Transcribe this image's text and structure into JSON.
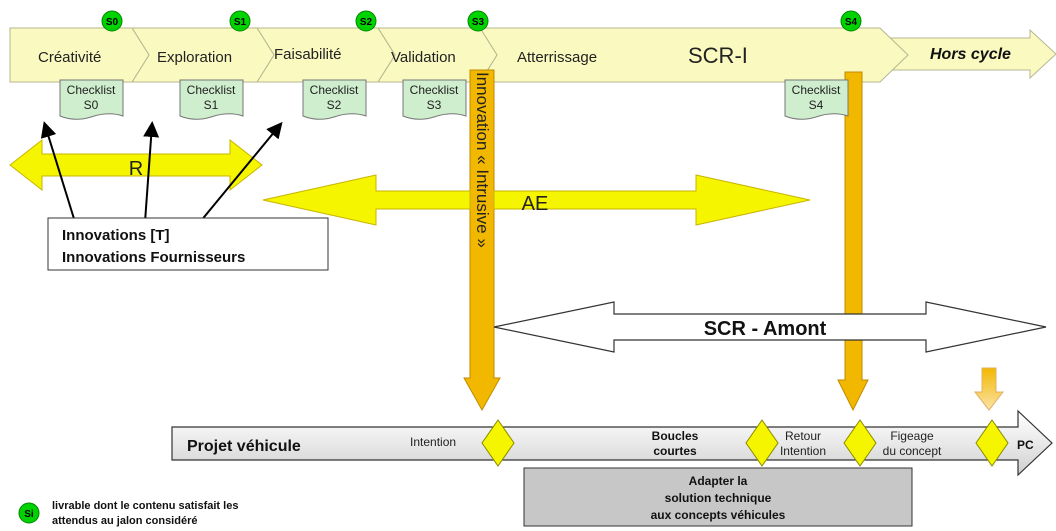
{
  "phases": [
    "Créativité",
    "Exploration",
    "Faisabilité",
    "Validation",
    "Atterrissage"
  ],
  "milestones": [
    "S0",
    "S1",
    "S2",
    "S3",
    "S4"
  ],
  "scr_i_label": "SCR-I",
  "hors_cycle_label": "Hors cycle",
  "checklists": [
    {
      "line1": "Checklist",
      "line2": "S0"
    },
    {
      "line1": "Checklist",
      "line2": "S1"
    },
    {
      "line1": "Checklist",
      "line2": "S2"
    },
    {
      "line1": "Checklist",
      "line2": "S3"
    },
    {
      "line1": "Checklist",
      "line2": "S4"
    }
  ],
  "r_label": "R",
  "ae_label": "AE",
  "innovations": {
    "line1": "Innovations [T]",
    "line2": "Innovations Fournisseurs"
  },
  "innovation_intrusive_label": "Innovation « Intrusive »",
  "scr_amont_label": "SCR - Amont",
  "projet_label": "Projet véhicule",
  "intention_label": "Intention",
  "boucles": {
    "line1": "Boucles",
    "line2": "courtes"
  },
  "retour": {
    "line1": "Retour",
    "line2": "Intention"
  },
  "figeage": {
    "line1": "Figeage",
    "line2": "du concept"
  },
  "pc_label": "PC",
  "adapter": {
    "line1": "Adapter la",
    "line2": "solution technique",
    "line3": "aux concepts véhicules"
  },
  "legend": {
    "symbol": "Si",
    "line1": "livrable dont le contenu satisfait les",
    "line2": "attendus au jalon considéré"
  },
  "colors": {
    "yellow_light": "#fafac0",
    "yellow": "#f5f500",
    "orange": "#f2b800",
    "milestone_green": "#00d200",
    "checklist_green": "#cfeecd",
    "gray_box": "#c7c7c7"
  }
}
